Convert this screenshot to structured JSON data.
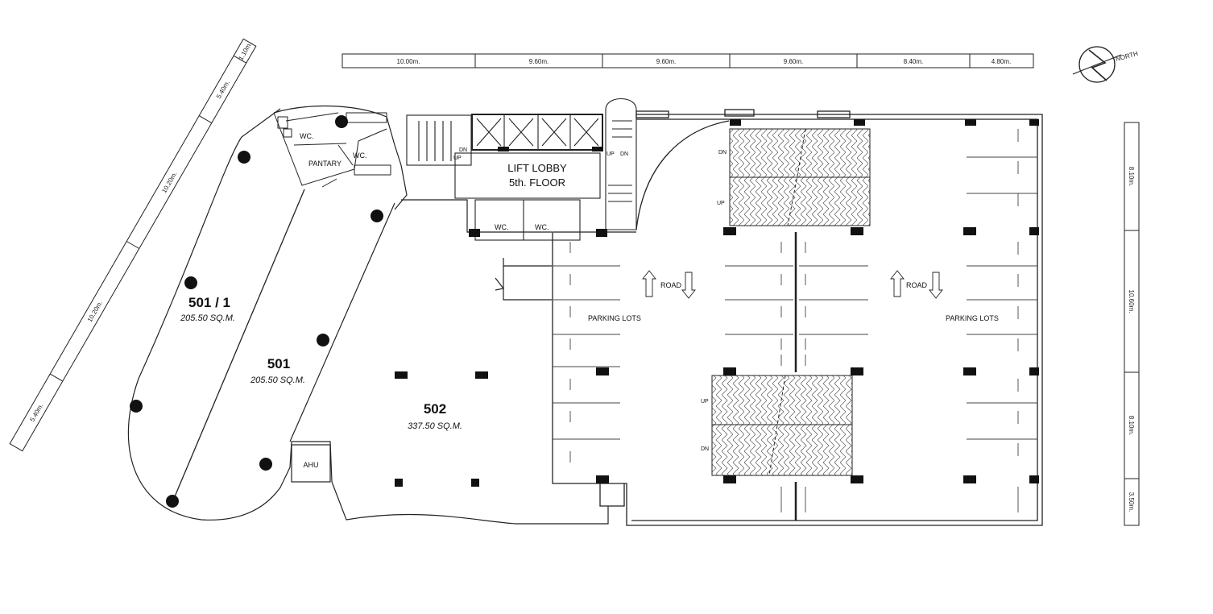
{
  "top_dimensions": [
    "10.00m.",
    "9.60m.",
    "9.60m.",
    "9.60m.",
    "8.40m.",
    "4.80m."
  ],
  "right_dimensions": [
    "8.10m.",
    "10.60m.",
    "8.10m.",
    "3.50m."
  ],
  "left_dimensions": [
    "1.10m.",
    "5.40m.",
    "10.20m.",
    "10.20m.",
    "5.40m."
  ],
  "north_label": "NORTH",
  "lift_lobby": {
    "line1": "LIFT LOBBY",
    "line2": "5th. FLOOR"
  },
  "units": [
    {
      "id": "501 / 1",
      "area": "205.50 SQ.M."
    },
    {
      "id": "501",
      "area": "205.50 SQ.M."
    },
    {
      "id": "502",
      "area": "337.50 SQ.M."
    }
  ],
  "rooms": {
    "wc": "WC.",
    "pantry": "PANTARY",
    "ahu": "AHU"
  },
  "stair_labels": {
    "up": "UP",
    "dn": "DN"
  },
  "parking": {
    "road": "ROAD",
    "lots": "PARKING LOTS"
  },
  "colors": {
    "line": "#222222",
    "column": "#111111"
  }
}
